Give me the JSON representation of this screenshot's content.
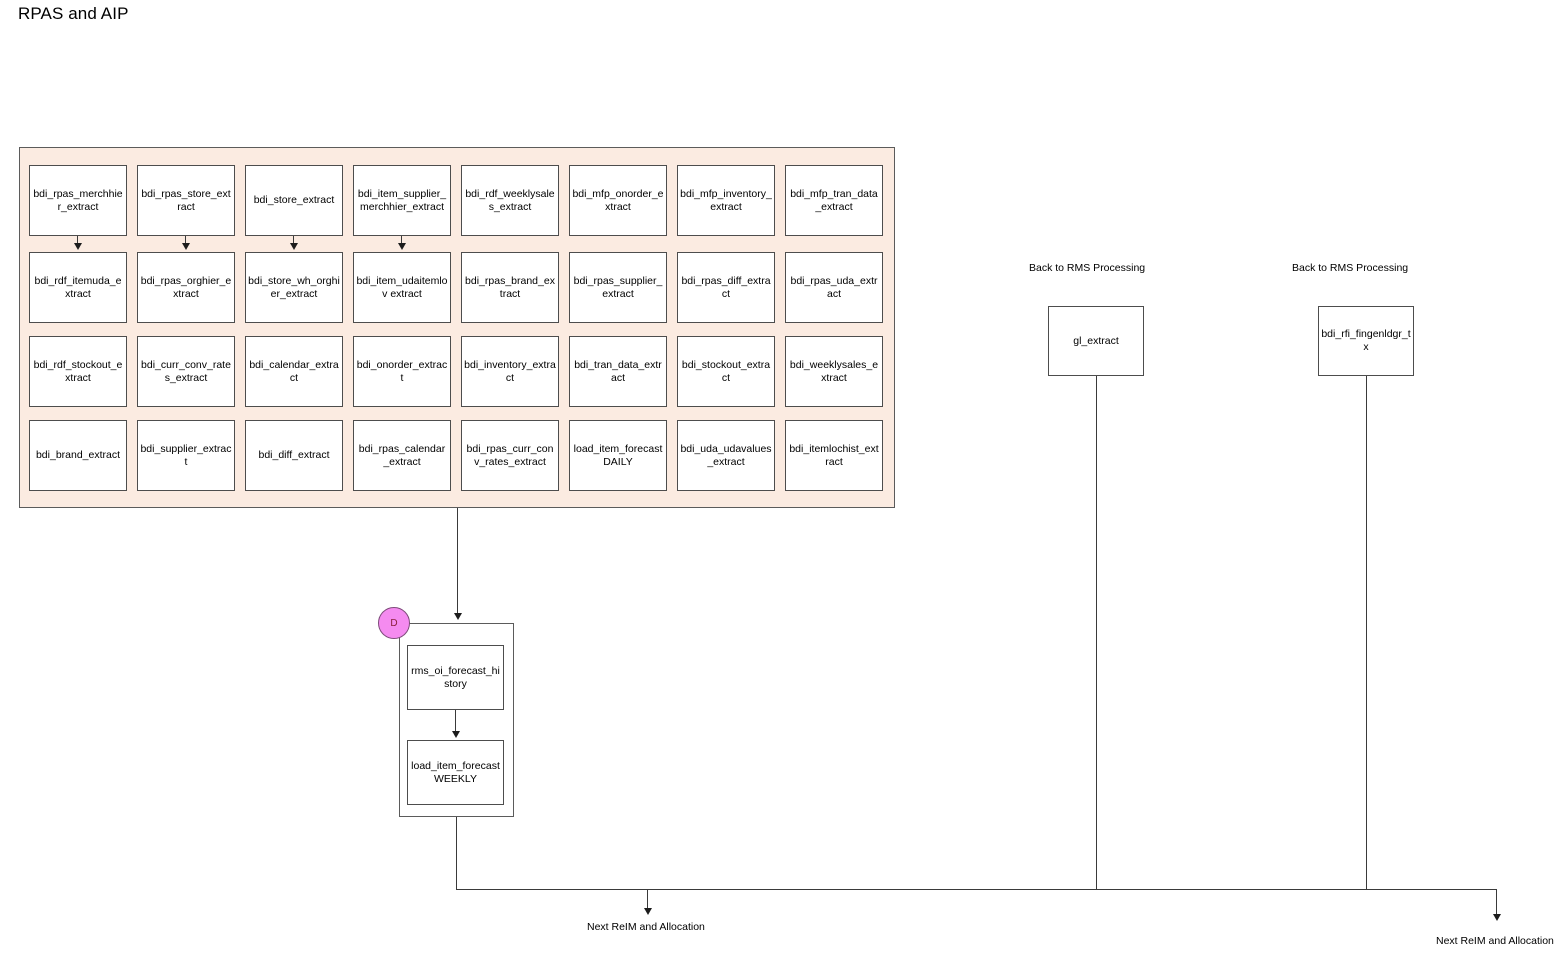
{
  "title": "RPAS and AIP",
  "group": {
    "name": "rpas-aip-extract-group",
    "fill_color": "#fbebe1",
    "border_color": "#5b5b5b",
    "rows": [
      [
        "bdi_rpas_merchhier_extract",
        "bdi_rpas_store_extract",
        "bdi_store_extract",
        "bdi_item_supplier_merchhier_extract",
        "bdi_rdf_weeklysales_extract",
        "bdi_mfp_onorder_extract",
        "bdi_mfp_inventory_extract",
        "bdi_mfp_tran_data_extract"
      ],
      [
        "bdi_rdf_itemuda_extract",
        "bdi_rpas_orghier_extract",
        "bdi_store_wh_orghier_extract",
        "bdi_item_udaitemlov extract",
        "bdi_rpas_brand_extract",
        "bdi_rpas_supplier_extract",
        "bdi_rpas_diff_extract",
        "bdi_rpas_uda_extract"
      ],
      [
        "bdi_rdf_stockout_extract",
        "bdi_curr_conv_rates_extract",
        "bdi_calendar_extract",
        "bdi_onorder_extract",
        "bdi_inventory_extract",
        "bdi_tran_data_extract",
        "bdi_stockout_extract",
        "bdi_weeklysales_extract"
      ],
      [
        "bdi_brand_extract",
        "bdi_supplier_extract",
        "bdi_diff_extract",
        "bdi_rpas_calendar_extract",
        "bdi_rpas_curr_conv_rates_extract",
        "load_item_forecast DAILY",
        "bdi_uda_udavalues_extract",
        "bdi_itemlochist_extract"
      ]
    ]
  },
  "forecast": {
    "decision_marker": "D",
    "decision_color": "#f58bf0",
    "nodes": [
      "rms_oi_forecast_history",
      "load_item_forecast WEEKLY"
    ]
  },
  "right_branches": [
    {
      "caption": "Back to RMS Processing",
      "node": "gl_extract"
    },
    {
      "caption": "Back to RMS Processing",
      "node": "bdi_rfi_fingenldgr_tx"
    }
  ],
  "footer_labels": [
    "Next ReIM and Allocation",
    "Next ReIM and Allocation"
  ]
}
